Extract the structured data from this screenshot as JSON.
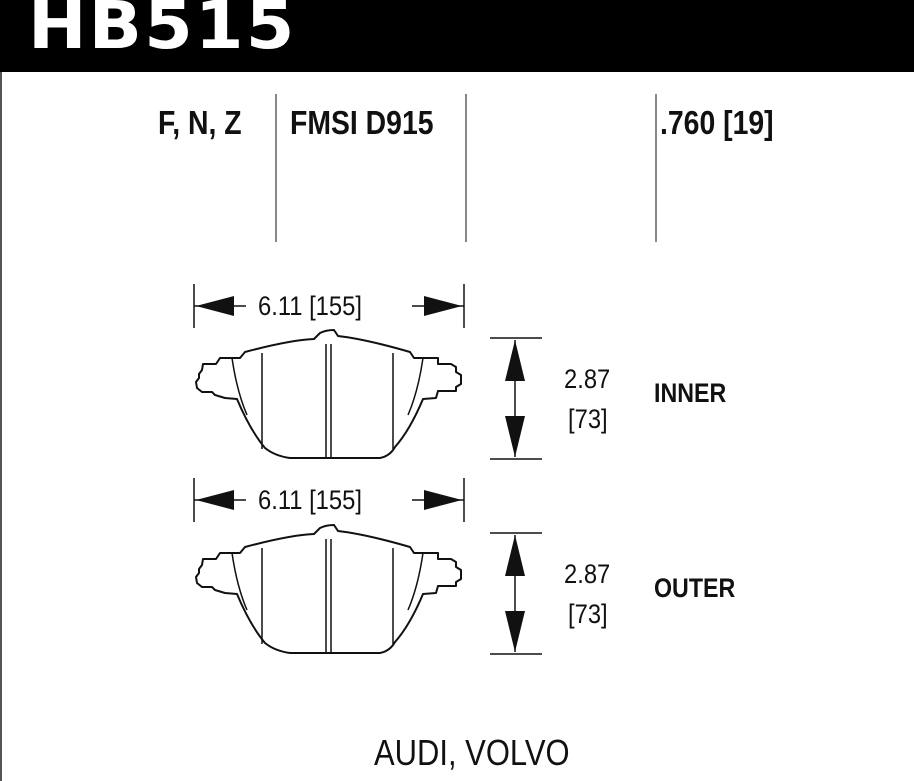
{
  "header": {
    "part_number": "HB515"
  },
  "info": {
    "compounds": "F, N, Z",
    "fmsi": "FMSI D915",
    "thickness": ".760 [19]"
  },
  "inner_pad": {
    "label": "INNER",
    "width_dimension": "6.11 [155]",
    "height_inches": "2.87",
    "height_mm": "[73]"
  },
  "outer_pad": {
    "label": "OUTER",
    "width_dimension": "6.11 [155]",
    "height_inches": "2.87",
    "height_mm": "[73]"
  },
  "applications": "AUDI, VOLVO",
  "colors": {
    "header_background": "#000000",
    "header_text": "#ffffff",
    "line": "#111111",
    "divider": "#888888"
  }
}
